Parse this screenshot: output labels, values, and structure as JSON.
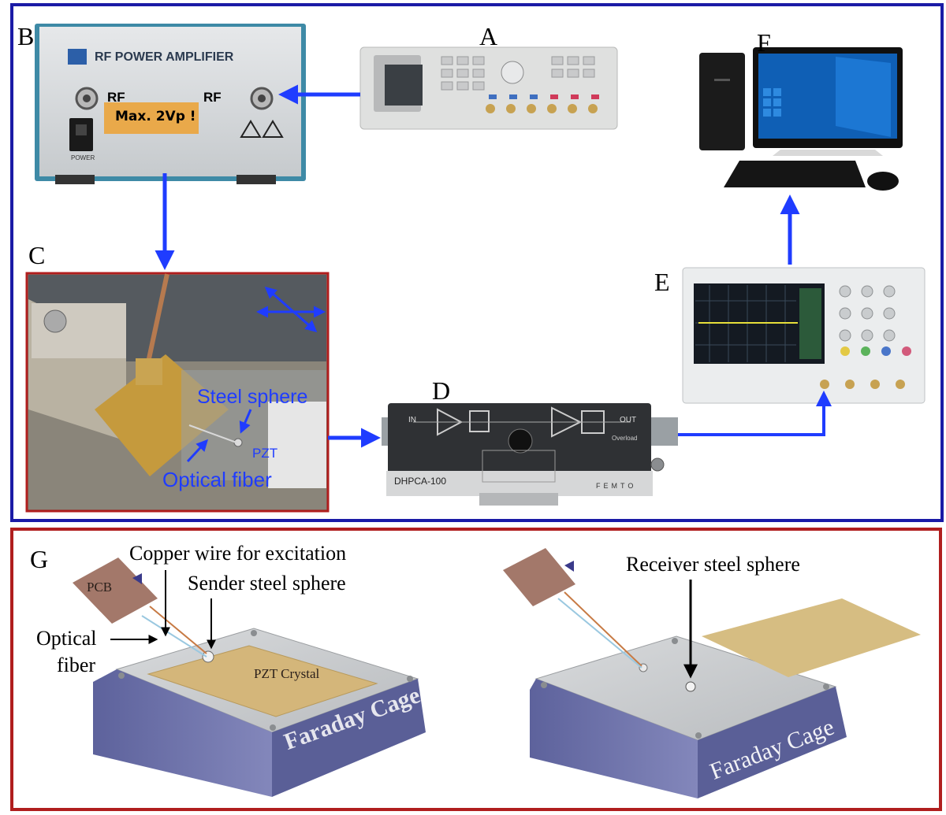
{
  "panel_letters": {
    "a": "A",
    "b": "B",
    "c": "C",
    "d": "D",
    "e": "E",
    "f": "F",
    "g": "G"
  },
  "amplifier": {
    "title": "RF POWER AMPLIFIER",
    "rf_in": "RF",
    "rf_out": "RF",
    "tape_note": "Max. 2Vp !",
    "power": "POWER"
  },
  "photo_c": {
    "steel_sphere": "Steel sphere",
    "pzt": "PZT",
    "optical_fiber": "Optical fiber"
  },
  "preamp_d": {
    "model": "DHPCA-100",
    "in": "IN",
    "out": "OUT",
    "overload": "Overload",
    "brand": "FEMTO"
  },
  "panel_g": {
    "copper_wire": "Copper wire for excitation",
    "sender_sphere": "Sender steel sphere",
    "pcb": "PCB",
    "optical_fiber_1": "Optical",
    "optical_fiber_2": "fiber",
    "pzt_crystal": "PZT Crystal",
    "faraday_left": "Faraday Cage",
    "receiver_sphere": "Receiver steel sphere",
    "faraday_right": "Faraday Cage"
  },
  "colors": {
    "frame_blue": "#1a1aa6",
    "frame_red": "#b01e1e",
    "arrow_blue": "#1f3cff",
    "cage": "#6b6fa8",
    "pzt": "#d4b67a"
  }
}
